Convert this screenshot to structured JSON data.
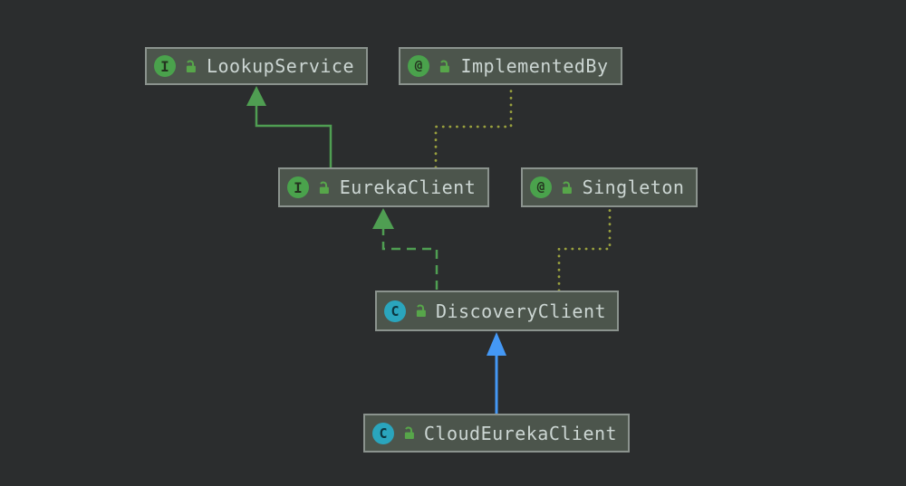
{
  "app": {
    "name": "IDE UML class diagram",
    "theme": "darcula",
    "background_color": "#2b2d2e"
  },
  "nodes": [
    {
      "id": "LookupService",
      "label": "LookupService",
      "kind": "interface",
      "icon_letter": "I",
      "icon": "interface-circle-icon",
      "lock_icon": "open-padlock-icon"
    },
    {
      "id": "ImplementedBy",
      "label": "ImplementedBy",
      "kind": "annotation",
      "icon_letter": "@",
      "icon": "annotation-circle-icon",
      "lock_icon": "open-padlock-icon"
    },
    {
      "id": "EurekaClient",
      "label": "EurekaClient",
      "kind": "interface",
      "icon_letter": "I",
      "icon": "interface-circle-icon",
      "lock_icon": "open-padlock-icon"
    },
    {
      "id": "Singleton",
      "label": "Singleton",
      "kind": "annotation",
      "icon_letter": "@",
      "icon": "annotation-circle-icon",
      "lock_icon": "open-padlock-icon"
    },
    {
      "id": "DiscoveryClient",
      "label": "DiscoveryClient",
      "kind": "class",
      "icon_letter": "C",
      "icon": "class-circle-icon",
      "lock_icon": "open-padlock-icon"
    },
    {
      "id": "CloudEurekaClient",
      "label": "CloudEurekaClient",
      "kind": "class",
      "icon_letter": "C",
      "icon": "class-circle-icon",
      "lock_icon": "open-padlock-icon"
    }
  ],
  "edges": [
    {
      "from": "EurekaClient",
      "to": "LookupService",
      "relation": "extends",
      "style": "solid",
      "color": "#4f9e52"
    },
    {
      "from": "EurekaClient",
      "to": "ImplementedBy",
      "relation": "annotated-by",
      "style": "dotted",
      "color": "#9aa13e"
    },
    {
      "from": "DiscoveryClient",
      "to": "EurekaClient",
      "relation": "implements",
      "style": "dashed",
      "color": "#4f9e52"
    },
    {
      "from": "DiscoveryClient",
      "to": "Singleton",
      "relation": "annotated-by",
      "style": "dotted",
      "color": "#9aa13e"
    },
    {
      "from": "CloudEurekaClient",
      "to": "DiscoveryClient",
      "relation": "extends",
      "style": "solid",
      "color": "#4498f5"
    }
  ],
  "colors": {
    "node_fill": "#4c554c",
    "node_border": "#8b938e",
    "node_text": "#ccd6d3",
    "interface_badge": "#4aa24c",
    "annotation_badge": "#4aa24c",
    "class_badge": "#2aa5bd",
    "lock_green": "#57a64a",
    "edge_green": "#4f9e52",
    "edge_olive": "#9aa13e",
    "edge_blue": "#4498f5"
  }
}
